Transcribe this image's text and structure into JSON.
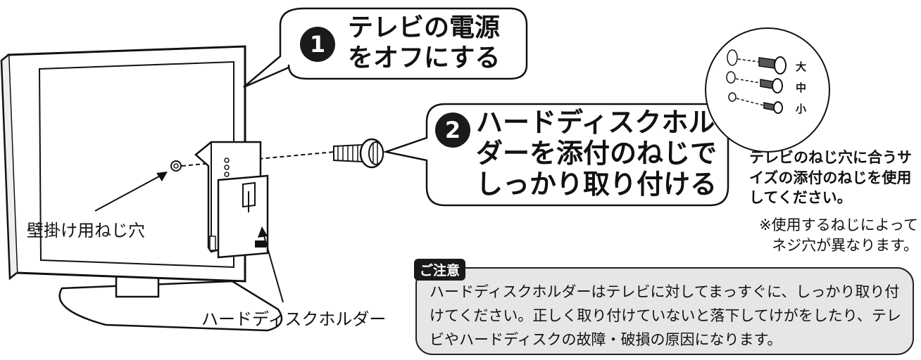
{
  "step1": {
    "number": "1",
    "text": "テレビの電源をオフにする"
  },
  "step2": {
    "number": "2",
    "text": "ハードディスクホルダーを添付のねじでしっかり取り付ける"
  },
  "labels": {
    "wall_screw_hole": "壁掛け用ねじ穴",
    "hdd_holder": "ハードディスクホルダー"
  },
  "screw_sizes": {
    "large": "大",
    "medium": "中",
    "small": "小"
  },
  "note": {
    "main": "テレビのねじ穴に合うサイズの添付のねじを使用してください。",
    "sub": "※使用するねじによってネジ穴が異なります。"
  },
  "caution": {
    "tag": "ご注意",
    "text": "ハードディスクホルダーはテレビに対してまっすぐに、しっかり取り付けてください。正しく取り付けていないと落下してけがをしたり、テレビやハードディスクの故障・破損の原因になります。"
  }
}
